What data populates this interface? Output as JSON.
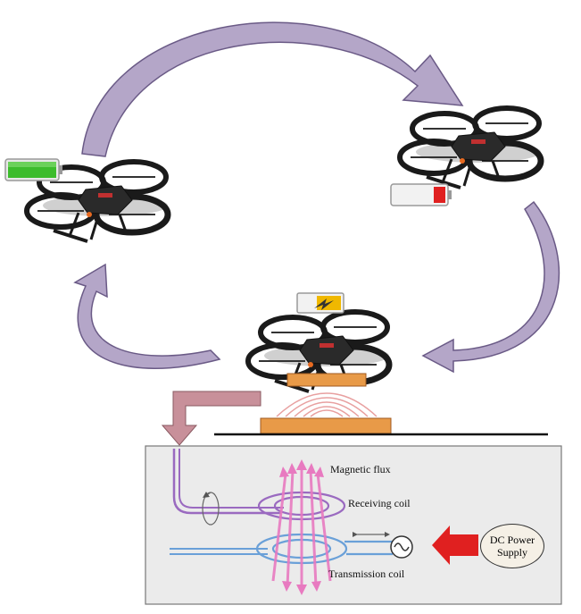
{
  "labels": {
    "magnetic_flux": "Magnetic flux",
    "receiving_coil": "Receiving  coil",
    "transmission_coil": "Transmission coil",
    "dc_power_supply_line1": "DC Power",
    "dc_power_supply_line2": "Supply"
  },
  "colors": {
    "cycle_arrow": "#b4a6c8",
    "cycle_arrow_stroke": "#6a5a86",
    "battery_full": "#3cbc2c",
    "battery_low": "#e02020",
    "battery_charging": "#f0b800",
    "pad": "#e89a48",
    "field_waves": "#e8a0a0",
    "feed_arrow": "#c8909a",
    "receiving_coil": "#9a6ac0",
    "transmission_coil": "#6aa0d8",
    "flux_arrows": "#e87ac0",
    "dc_arrow": "#e02020",
    "panel": "#ebebeb"
  },
  "icons": [
    "drone-icon",
    "battery-full-icon",
    "battery-low-icon",
    "battery-charging-icon"
  ]
}
